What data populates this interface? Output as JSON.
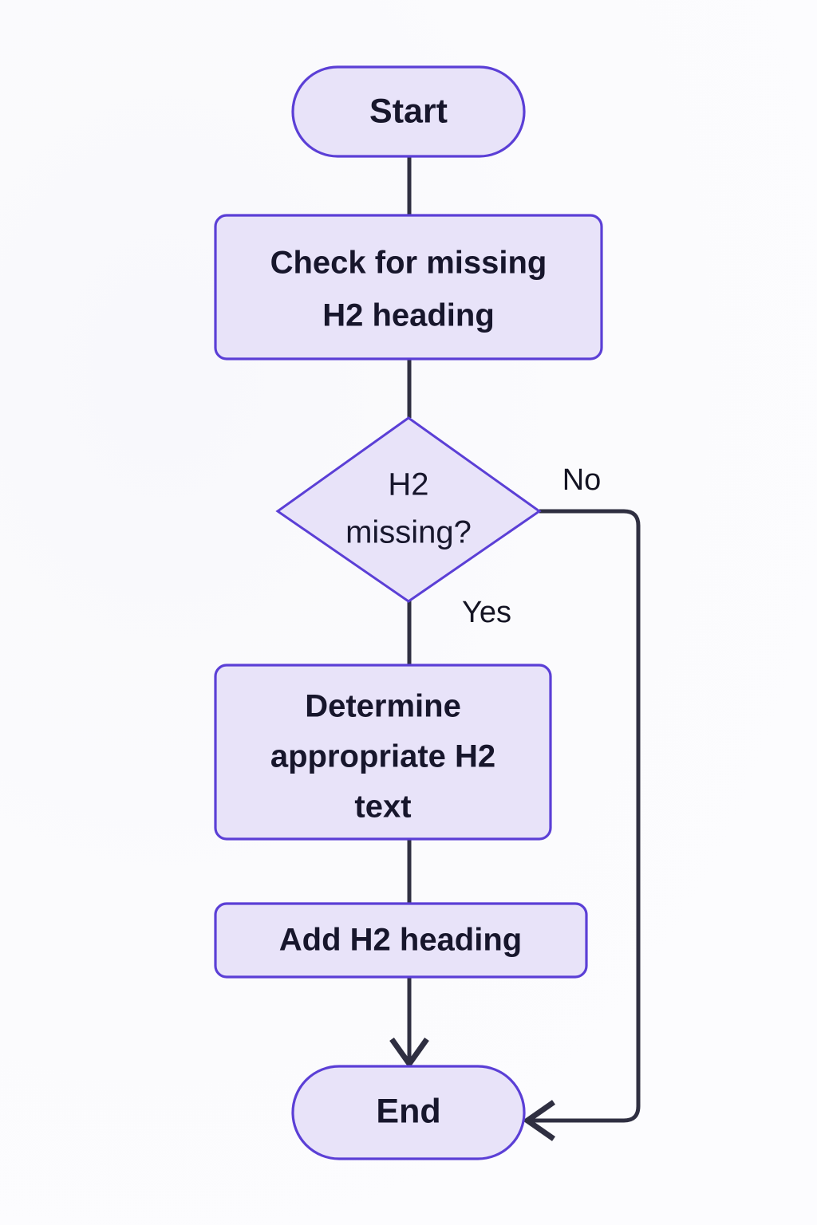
{
  "diagram": {
    "type": "flowchart",
    "orientation": "top-to-bottom",
    "background_color": "#fafafc",
    "node_fill_color": "#e8e3f9",
    "node_border_color": "#5b3fd6",
    "edge_color": "#2f2f41",
    "text_color": "#17162c",
    "nodes": [
      {
        "id": "start",
        "shape": "stadium",
        "label": "Start"
      },
      {
        "id": "check",
        "shape": "rect",
        "label_lines": [
          "Check for missing",
          "H2 heading"
        ],
        "label": "Check for missing H2 heading"
      },
      {
        "id": "decision",
        "shape": "diamond",
        "label_lines": [
          "H2",
          "missing?"
        ],
        "label": "H2 missing?"
      },
      {
        "id": "determine",
        "shape": "rect",
        "label_lines": [
          "Determine",
          "appropriate H2",
          "text"
        ],
        "label": "Determine appropriate H2 text"
      },
      {
        "id": "add",
        "shape": "rect",
        "label": "Add H2 heading"
      },
      {
        "id": "end",
        "shape": "stadium",
        "label": "End"
      }
    ],
    "edges": [
      {
        "from": "start",
        "to": "check",
        "label": ""
      },
      {
        "from": "check",
        "to": "decision",
        "label": ""
      },
      {
        "from": "decision",
        "to": "determine",
        "label": "Yes"
      },
      {
        "from": "decision",
        "to": "end",
        "label": "No"
      },
      {
        "from": "determine",
        "to": "add",
        "label": ""
      },
      {
        "from": "add",
        "to": "end",
        "label": ""
      }
    ],
    "edge_labels": {
      "no": "No",
      "yes": "Yes"
    }
  }
}
